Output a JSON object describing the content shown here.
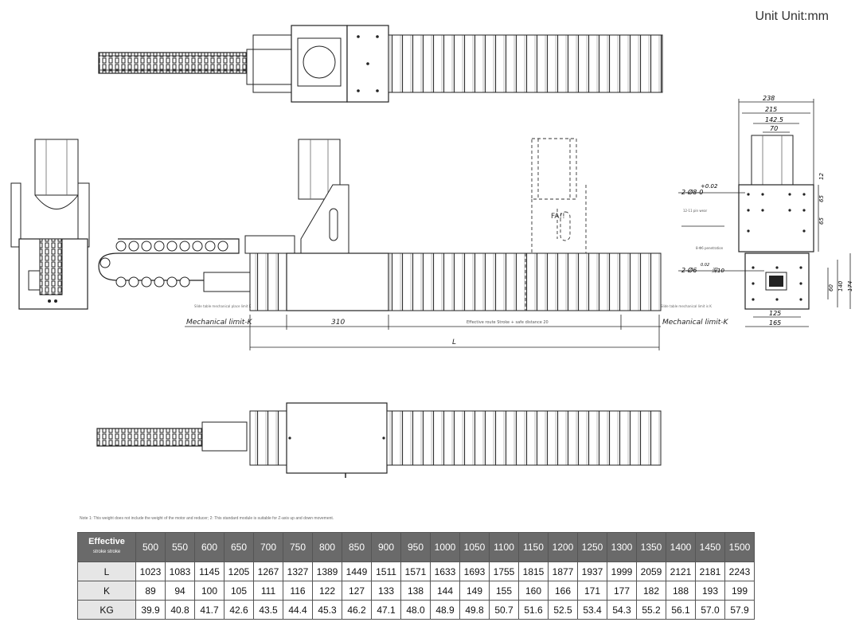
{
  "unit_label": "Unit Unit:mm",
  "note": "Note 1: This weight does not include the weight of the motor and reducer; 2: This standard module is suitable for Z-axis up and down movement.",
  "drawing": {
    "mech_limit_left": "Mechanical limit-K",
    "mech_limit_right": "Mechanical limit-K",
    "dim_310": "310",
    "dim_L": "L",
    "effective_note": "Effective route Stroke + safe distance 20",
    "small_note_left": "Slide table mechanical place limit K",
    "small_note_right": "Slide table mechanical limit is K",
    "fa_label": "FA!!",
    "end_view": {
      "dim_238": "238",
      "dim_215": "215",
      "dim_142_5": "142.5",
      "dim_70": "70",
      "dim_12": "12",
      "dim_65a": "65",
      "dim_65b": "65",
      "dim_60": "60",
      "dim_140": "140",
      "dim_174": "174",
      "dim_125": "125",
      "dim_165": "165",
      "tol_plus": "+0.02",
      "hole_1": "2-Ø8-0",
      "hole_2": "2-Ø6",
      "tol_2": "0.02",
      "depth_2": "深10",
      "small_label_1": "12-11 pin wear",
      "small_label_2": "8-Φ6 penetration"
    }
  },
  "table": {
    "header_label": "Effective",
    "header_sub": "stroke stroke",
    "strokes": [
      "500",
      "550",
      "600",
      "650",
      "700",
      "750",
      "800",
      "850",
      "900",
      "950",
      "1000",
      "1050",
      "1100",
      "1150",
      "1200",
      "1250",
      "1300",
      "1350",
      "1400",
      "1450",
      "1500"
    ],
    "rows": [
      {
        "label": "L",
        "values": [
          "1023",
          "1083",
          "1145",
          "1205",
          "1267",
          "1327",
          "1389",
          "1449",
          "1511",
          "1571",
          "1633",
          "1693",
          "1755",
          "1815",
          "1877",
          "1937",
          "1999",
          "2059",
          "2121",
          "2181",
          "2243"
        ]
      },
      {
        "label": "K",
        "values": [
          "89",
          "94",
          "100",
          "105",
          "111",
          "116",
          "122",
          "127",
          "133",
          "138",
          "144",
          "149",
          "155",
          "160",
          "166",
          "171",
          "177",
          "182",
          "188",
          "193",
          "199"
        ]
      },
      {
        "label": "KG",
        "values": [
          "39.9",
          "40.8",
          "41.7",
          "42.6",
          "43.5",
          "44.4",
          "45.3",
          "46.2",
          "47.1",
          "48.0",
          "48.9",
          "49.8",
          "50.7",
          "51.6",
          "52.5",
          "53.4",
          "54.3",
          "55.2",
          "56.1",
          "57.0",
          "57.9"
        ]
      }
    ]
  }
}
